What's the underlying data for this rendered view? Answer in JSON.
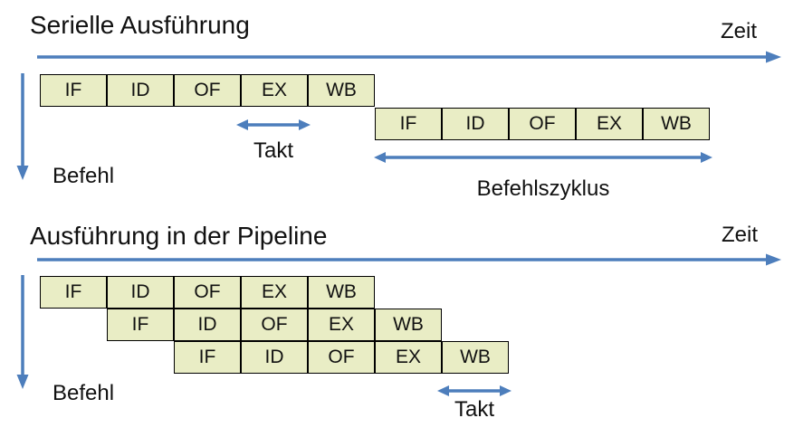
{
  "colors": {
    "arrow": "#4d7ebc",
    "cell_fill": "#e9edc5",
    "cell_border": "#000000",
    "text": "#111111",
    "background": "#ffffff"
  },
  "sections": {
    "serial": {
      "title": "Serielle Ausführung",
      "time_axis_label": "Zeit",
      "instruction_axis_label": "Befehl",
      "clock_label": "Takt",
      "cycle_label": "Befehlszyklus",
      "rows": [
        {
          "stages": [
            "IF",
            "ID",
            "OF",
            "EX",
            "WB"
          ]
        },
        {
          "stages": [
            "IF",
            "ID",
            "OF",
            "EX",
            "WB"
          ]
        }
      ]
    },
    "pipeline": {
      "title": "Ausführung in der Pipeline",
      "time_axis_label": "Zeit",
      "instruction_axis_label": "Befehl",
      "clock_label": "Takt",
      "rows": [
        {
          "stages": [
            "IF",
            "ID",
            "OF",
            "EX",
            "WB"
          ]
        },
        {
          "stages": [
            "IF",
            "ID",
            "OF",
            "EX",
            "WB"
          ]
        },
        {
          "stages": [
            "IF",
            "ID",
            "OF",
            "EX",
            "WB"
          ]
        }
      ]
    }
  }
}
